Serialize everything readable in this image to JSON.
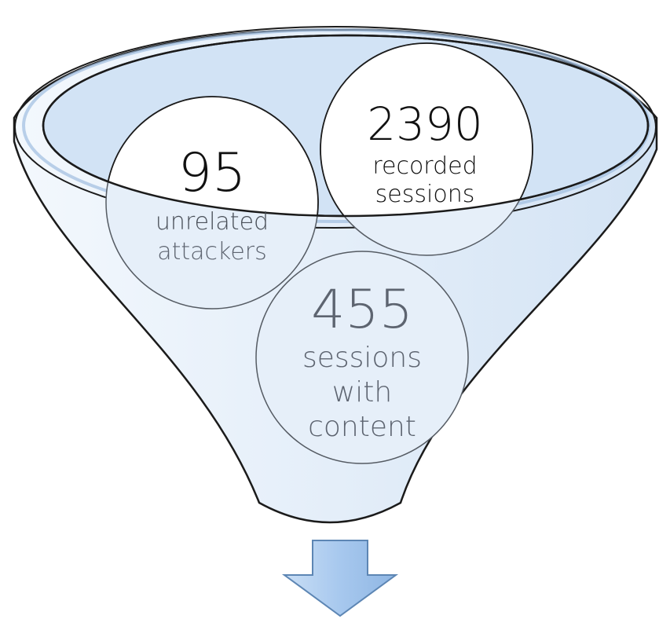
{
  "diagram": {
    "type": "funnel",
    "colors": {
      "funnel_fill": "#e3eef9",
      "rim_fill": "#d2e3f5",
      "outline": "#1b1b1b",
      "arrow_fill": "#aacbf0",
      "arrow_stroke": "#5d86b4",
      "muted_text": "#5d6470"
    },
    "circles": [
      {
        "id": "recorded",
        "number": "2390",
        "label_lines": [
          "recorded",
          "sessions"
        ]
      },
      {
        "id": "unrelated",
        "number": "95",
        "label_lines": [
          "unrelated",
          "attackers"
        ]
      },
      {
        "id": "content",
        "number": "455",
        "label_lines": [
          "sessions",
          "with",
          "content"
        ]
      }
    ],
    "output_arrow_icon": "down-arrow-icon"
  }
}
